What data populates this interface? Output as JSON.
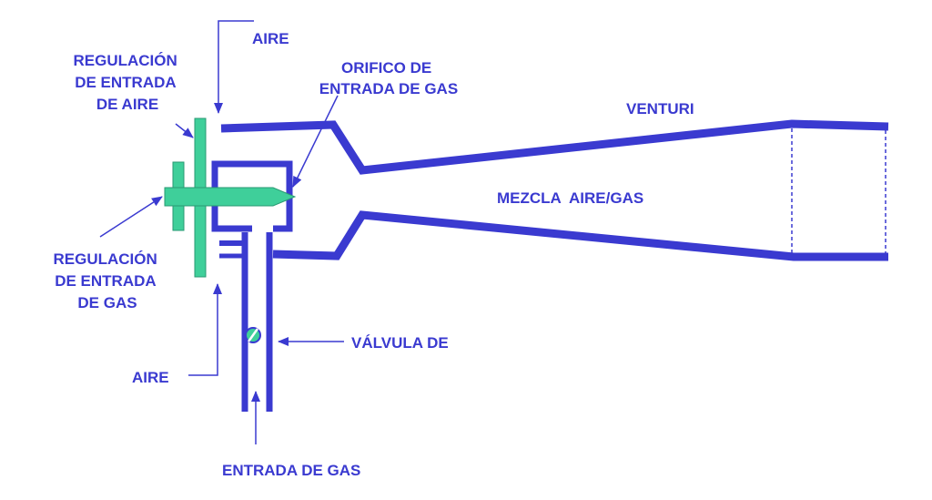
{
  "colors": {
    "structure": "#3a3ad0",
    "regulator": "#3fcf9a",
    "background": "#ffffff",
    "leader": "#3a3ad0"
  },
  "labels": {
    "aire_top": "AIRE",
    "regulacion_aire": [
      "REGULACIÓN",
      "DE ENTRADA",
      "DE AIRE"
    ],
    "orificio_gas": [
      "ORIFICO DE",
      "ENTRADA DE GAS"
    ],
    "venturi": "VENTURI",
    "mezcla": "MEZCLA  AIRE/GAS",
    "regulacion_gas": [
      "REGULACIÓN",
      "DE ENTRADA",
      "DE GAS"
    ],
    "valvula": "VÁLVULA DE",
    "aire_bottom": "AIRE",
    "entrada_gas": "ENTRADA DE GAS"
  },
  "icons": {
    "valve": "valve-icon"
  }
}
